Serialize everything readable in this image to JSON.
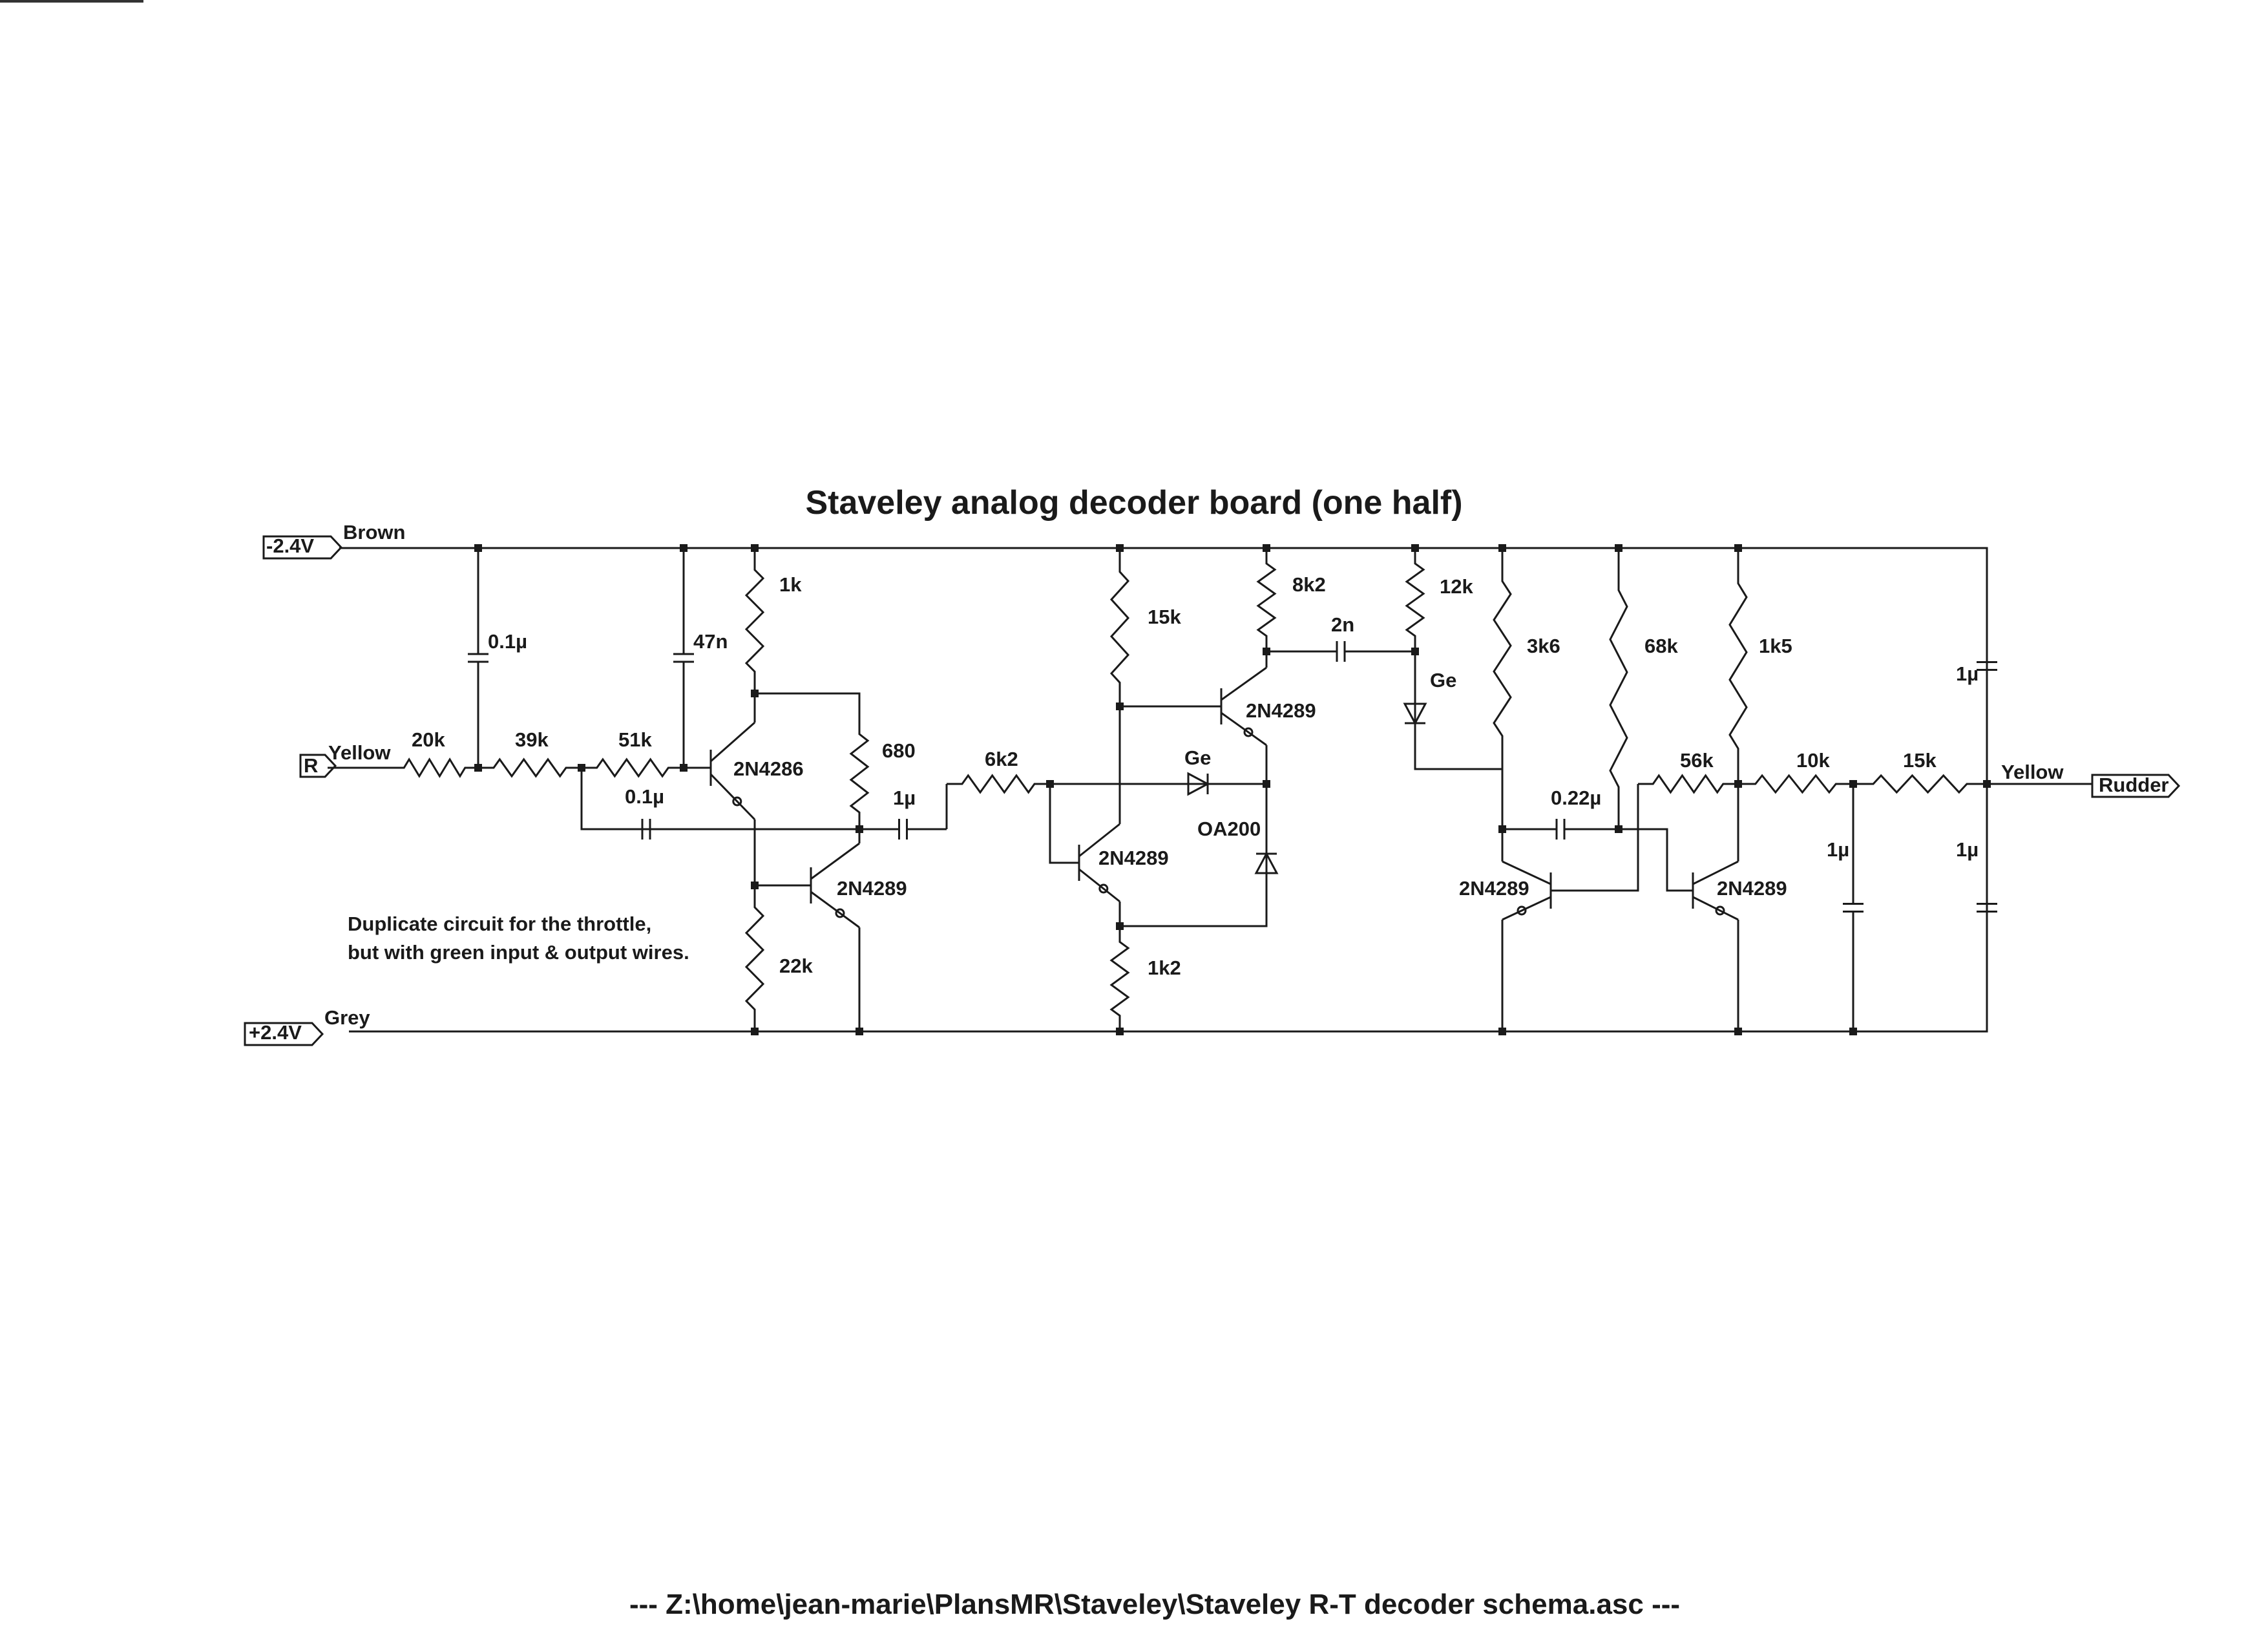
{
  "title": "Staveley analog decoder board (one half)",
  "footer": "---  Z:\\home\\jean-marie\\PlansMR\\Staveley\\Staveley R-T decoder schema.asc  ---",
  "note": {
    "line1": "Duplicate circuit for the throttle,",
    "line2": "but with green input & output wires."
  },
  "ports": {
    "neg_supply": "-2.4V",
    "neg_supply_wire": "Brown",
    "pos_supply": "+2.4V",
    "pos_supply_wire": "Grey",
    "input": "R",
    "input_wire": "Yellow",
    "output": "Rudder",
    "output_wire": "Yellow"
  },
  "resistors": {
    "r20k": "20k",
    "r39k": "39k",
    "r51k": "51k",
    "r1k": "1k",
    "r680": "680",
    "r22k": "22k",
    "r6k2": "6k2",
    "r15k_a": "15k",
    "r1k2": "1k2",
    "r8k2": "8k2",
    "r12k": "12k",
    "r3k6": "3k6",
    "r68k": "68k",
    "r1k5": "1k5",
    "r56k": "56k",
    "r10k": "10k",
    "r15k_b": "15k"
  },
  "capacitors": {
    "c_01u_a": "0.1µ",
    "c_47n": "47n",
    "c_01u_b": "0.1µ",
    "c_1u_a": "1µ",
    "c_2n": "2n",
    "c_022u": "0.22µ",
    "c_1u_b": "1µ",
    "c_1u_c": "1µ",
    "c_1u_d": "1µ"
  },
  "transistors": {
    "q1": "2N4286",
    "q2": "2N4289",
    "q3": "2N4289",
    "q4": "2N4289",
    "q5": "2N4289",
    "q6": "2N4289"
  },
  "diodes": {
    "d_ge_a": "Ge",
    "d_oa200": "OA200",
    "d_ge_b": "Ge"
  },
  "colors": {
    "ink": "#1a1a1a",
    "paper": "#ffffff"
  }
}
